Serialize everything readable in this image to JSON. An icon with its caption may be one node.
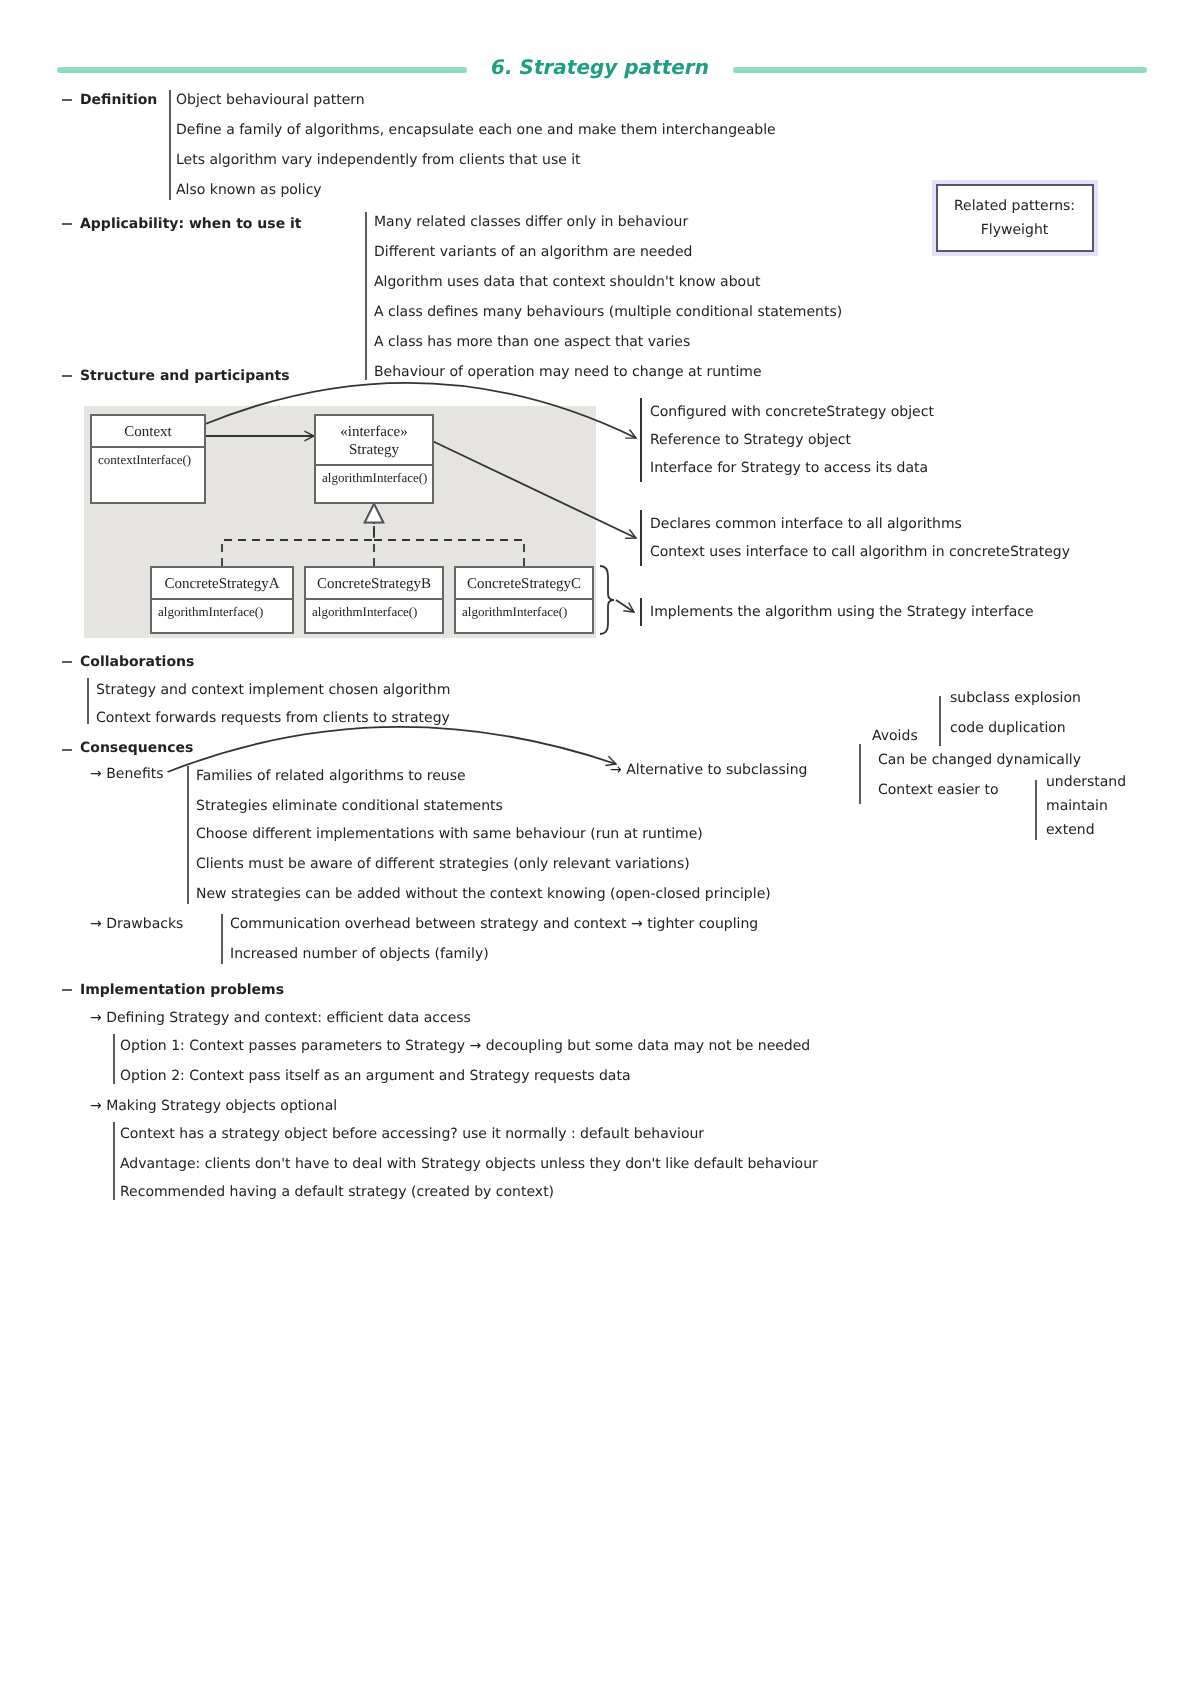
{
  "diagram": {
    "title": "6. Strategy pattern",
    "nodes": [
      {
        "text": [
          "Context",
          "contextInterface()"
        ]
      },
      {
        "text": [
          "«interface» Strategy",
          "algorithmInterface()"
        ]
      },
      {
        "text": [
          "ConcreteStrategyA",
          "algorithmInterface()"
        ]
      },
      {
        "text": [
          "ConcreteStrategyB",
          "algorithmInterface()"
        ]
      },
      {
        "text": [
          "ConcreteStrategyC",
          "algorithmInterface()"
        ]
      },
      {
        "text": [
          "Configured with concreteStrategy object",
          "Reference to Strategy object",
          "Interface for Strategy to access its data"
        ]
      },
      {
        "text": [
          "Declares common interface to all algorithms",
          "Context uses interface to call algorithm in concreteStrategy"
        ]
      },
      {
        "text": [
          "Implements the algorithm using the Strategy interface"
        ]
      },
      {
        "text": [
          "→ Benefits"
        ]
      },
      {
        "text": [
          "→ Alternative to subclassing"
        ]
      },
      {
        "text": [
          "Related patterns:",
          "Flyweight"
        ]
      }
    ],
    "edges": [
      {
        "from": 0,
        "to": 1,
        "arrow": "to"
      },
      {
        "from": 2,
        "to": 1,
        "arrow": "to",
        "style": "dashed"
      },
      {
        "from": 3,
        "to": 1,
        "arrow": "to",
        "style": "dashed"
      },
      {
        "from": 4,
        "to": 1,
        "arrow": "to",
        "style": "dashed"
      },
      {
        "from": 0,
        "to": 5,
        "arrow": "to"
      },
      {
        "from": 1,
        "to": 6,
        "arrow": "to"
      },
      {
        "from": 4,
        "to": 7,
        "arrow": "to"
      },
      {
        "from": 8,
        "to": 9,
        "arrow": "to"
      }
    ],
    "labels": [
      "Definition",
      "Object behavioural pattern",
      "Define a family of algorithms, encapsulate each one and make them interchangeable",
      "Lets algorithm vary independently from clients that use it",
      "Also known as policy",
      "Applicability: when to use it",
      "Many related classes differ only in behaviour",
      "Different variants of an algorithm are needed",
      "Algorithm uses data that context shouldn't know about",
      "A class defines many behaviours (multiple conditional statements)",
      "A class has more than one aspect that varies",
      "Structure and participants",
      "Behaviour of operation may need to change at runtime",
      "Collaborations",
      "Strategy and context implement chosen algorithm",
      "Context forwards requests from clients to strategy",
      "Consequences",
      "subclass explosion",
      "Avoids",
      "code duplication",
      "Can be changed dynamically",
      "Context easier to",
      "understand",
      "maintain",
      "extend",
      "Families of related algorithms to reuse",
      "Strategies eliminate conditional statements",
      "Choose different implementations with same behaviour (run at runtime)",
      "Clients must be aware of different strategies (only relevant variations)",
      "New strategies can be added without the context knowing (open-closed principle)",
      "→ Drawbacks",
      "Communication overhead between strategy and context → tighter coupling",
      "Increased number of objects (family)",
      "Implementation problems",
      "→ Defining Strategy and context: efficient data access",
      "Option 1: Context passes parameters to Strategy → decoupling but some data may not be needed",
      "Option 2: Context pass itself as an argument and Strategy requests data",
      "→ Making Strategy objects optional",
      "Context has a strategy object before accessing? use it normally : default behaviour",
      "Advantage: clients don't have to deal with Strategy objects unless they don't like default behaviour",
      "Recommended having a default strategy (created by context)"
    ]
  }
}
